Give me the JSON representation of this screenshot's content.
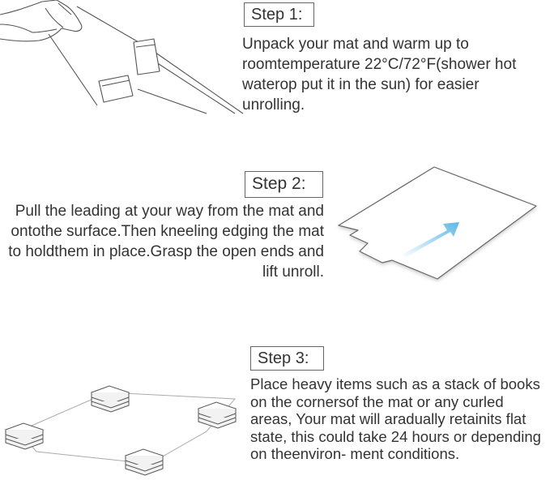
{
  "steps": [
    {
      "label": "Step 1:",
      "text": "Unpack your mat and warm up to roomtemperature 22°C/72°F(shower hot waterор put it in the sun) for easier unrolling."
    },
    {
      "label": "Step 2:",
      "text": "Pull the leading at your way from the mat and ontothe surface.Then kneeling edging the mat to holdthem in place.Grasp the open ends and lift unroll."
    },
    {
      "label": "Step 3:",
      "text": "Place heavy items such as a stack of books on the cornersof the mat or any curled areas, Your mat will aradually retainits flat state, this could take 24 hours or depending on theenviron- ment conditions."
    }
  ],
  "colors": {
    "arrow": "#5bb8e6",
    "line": "#555555",
    "box_border": "#666666"
  },
  "illustrations": [
    "hand-unpacking-mat",
    "mat-with-unroll-arrow",
    "mat-with-book-stacks"
  ]
}
